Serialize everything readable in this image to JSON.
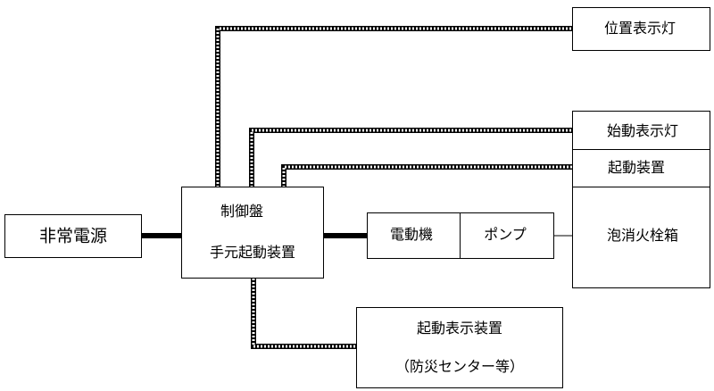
{
  "labels": {
    "power_source": "非常電源",
    "control_panel": "制御盤",
    "manual_start": "手元起動装置",
    "motor": "電動機",
    "pump": "ポンプ",
    "hydrant_box": "泡消火栓箱",
    "position_lamp": "位置表示灯",
    "start_indicator_lamp": "始動表示灯",
    "start_device": "起動装置",
    "start_display": "起動表示装置",
    "disaster_center": "（防災センター等）"
  }
}
